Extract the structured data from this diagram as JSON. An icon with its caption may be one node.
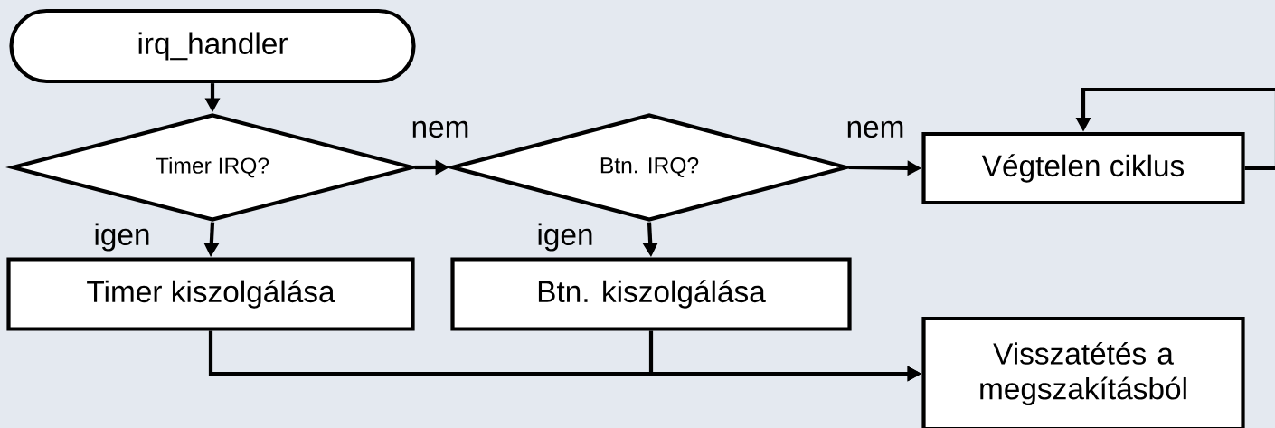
{
  "diagram": {
    "nodes": [
      {
        "text": [
          "irq_handler"
        ]
      },
      {
        "text": [
          "Timer IRQ?"
        ]
      },
      {
        "text": [
          "Btn. IRQ?"
        ]
      },
      {
        "text": [
          "Végtelen ciklus"
        ]
      },
      {
        "text": [
          "Timer kiszolgálása"
        ]
      },
      {
        "text": [
          "Btn. kiszolgálása"
        ]
      },
      {
        "text": [
          "Visszatétés a megszakításból"
        ]
      }
    ],
    "edges": [
      {
        "from": 0,
        "to": 1,
        "arrow": "to"
      },
      {
        "from": 1,
        "to": 2,
        "arrow": "to",
        "label": "nem"
      },
      {
        "from": 2,
        "to": 3,
        "arrow": "to",
        "label": "nem"
      },
      {
        "from": 1,
        "to": 4,
        "arrow": "to",
        "label": "igen"
      },
      {
        "from": 2,
        "to": 5,
        "arrow": "to",
        "label": "igen"
      },
      {
        "from": 3,
        "to": 3,
        "arrow": "to"
      },
      {
        "from": 4,
        "to": 6,
        "arrow": "to"
      },
      {
        "from": 5,
        "to": 6,
        "arrow": "to"
      }
    ]
  }
}
